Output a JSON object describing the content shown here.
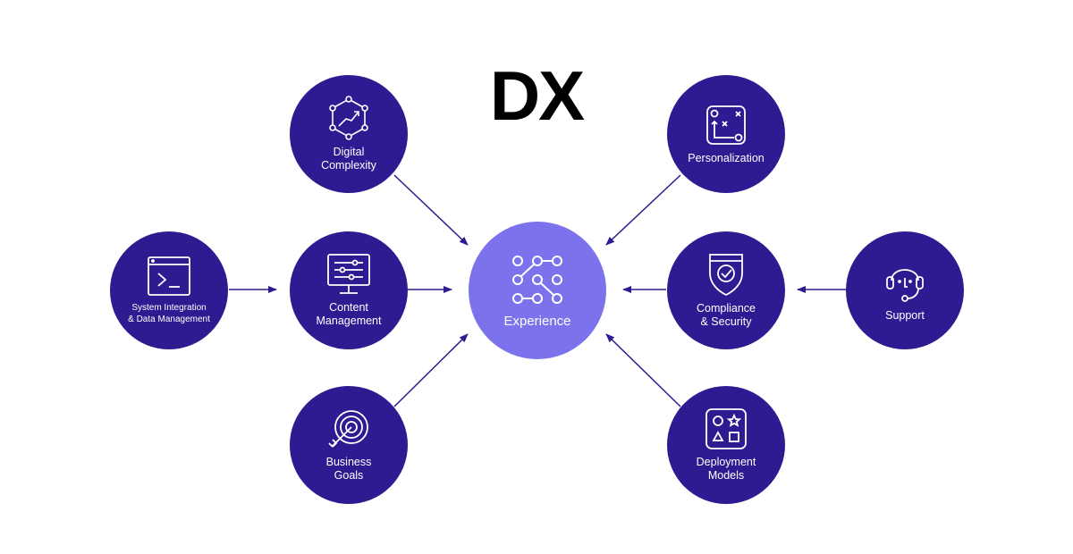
{
  "title": "DX",
  "colors": {
    "node": "#2f1a91",
    "center": "#7b72ec",
    "arrow": "#2f1a91"
  },
  "center": {
    "label": "Experience",
    "icon": "nodes-path-icon"
  },
  "nodes": [
    {
      "id": "digital",
      "label": "Digital\nComplexity",
      "icon": "hexagon-network-icon"
    },
    {
      "id": "personalization",
      "label": "Personalization",
      "icon": "strategy-board-icon"
    },
    {
      "id": "system",
      "label": "System Integration\n& Data Management",
      "icon": "terminal-icon"
    },
    {
      "id": "content",
      "label": "Content\nManagement",
      "icon": "monitor-sliders-icon"
    },
    {
      "id": "compliance",
      "label": "Compliance\n& Security",
      "icon": "shield-check-icon"
    },
    {
      "id": "support",
      "label": "Support",
      "icon": "headset-icon"
    },
    {
      "id": "business",
      "label": "Business\nGoals",
      "icon": "target-arrow-icon"
    },
    {
      "id": "deployment",
      "label": "Deployment\nModels",
      "icon": "shapes-icon"
    }
  ]
}
